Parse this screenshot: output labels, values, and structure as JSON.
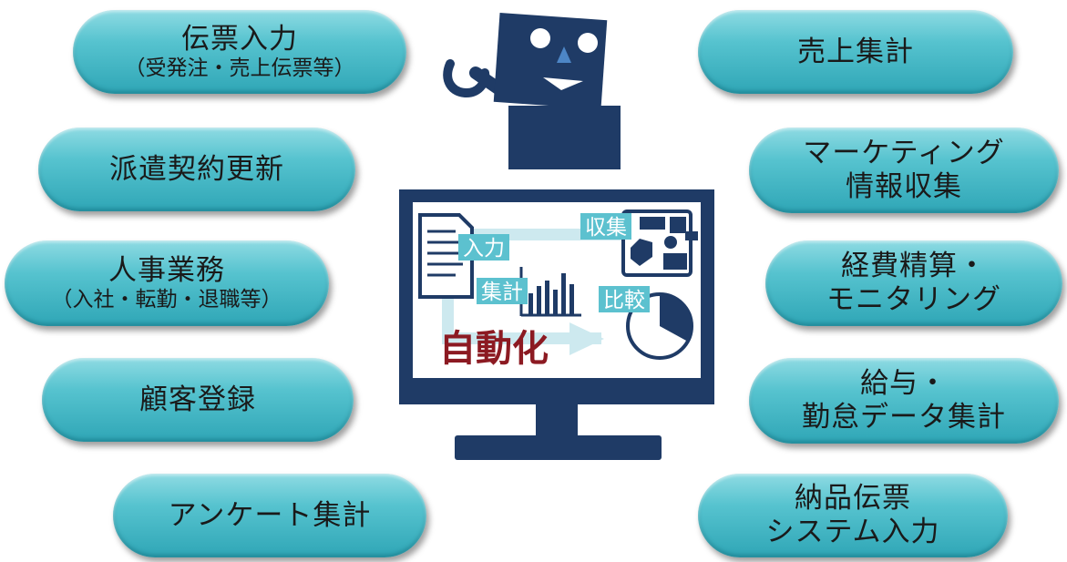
{
  "left_tasks": [
    {
      "line1": "伝票入力",
      "line2": "（受発注・売上伝票等）"
    },
    {
      "line1": "派遣契約更新",
      "line2": ""
    },
    {
      "line1": "人事業務",
      "line2": "（入社・転勤・退職等）"
    },
    {
      "line1": "顧客登録",
      "line2": ""
    },
    {
      "line1": "アンケート集計",
      "line2": ""
    }
  ],
  "right_tasks": [
    {
      "line1": "売上集計",
      "line2": ""
    },
    {
      "line1": "マーケティング",
      "line2": "情報収集"
    },
    {
      "line1": "経費精算・",
      "line2": "モニタリング"
    },
    {
      "line1": "給与・",
      "line2": "勤怠データ集計"
    },
    {
      "line1": "納品伝票",
      "line2": "システム入力"
    }
  ],
  "screen": {
    "input_label": "入力",
    "collect_label": "収集",
    "aggregate_label": "集計",
    "compare_label": "比較",
    "automation_label": "自動化"
  },
  "colors": {
    "pill": "#4fc0cc",
    "navy": "#1f3b66",
    "label_bg": "#5cc1cf",
    "automation_text": "#8c1a22"
  }
}
